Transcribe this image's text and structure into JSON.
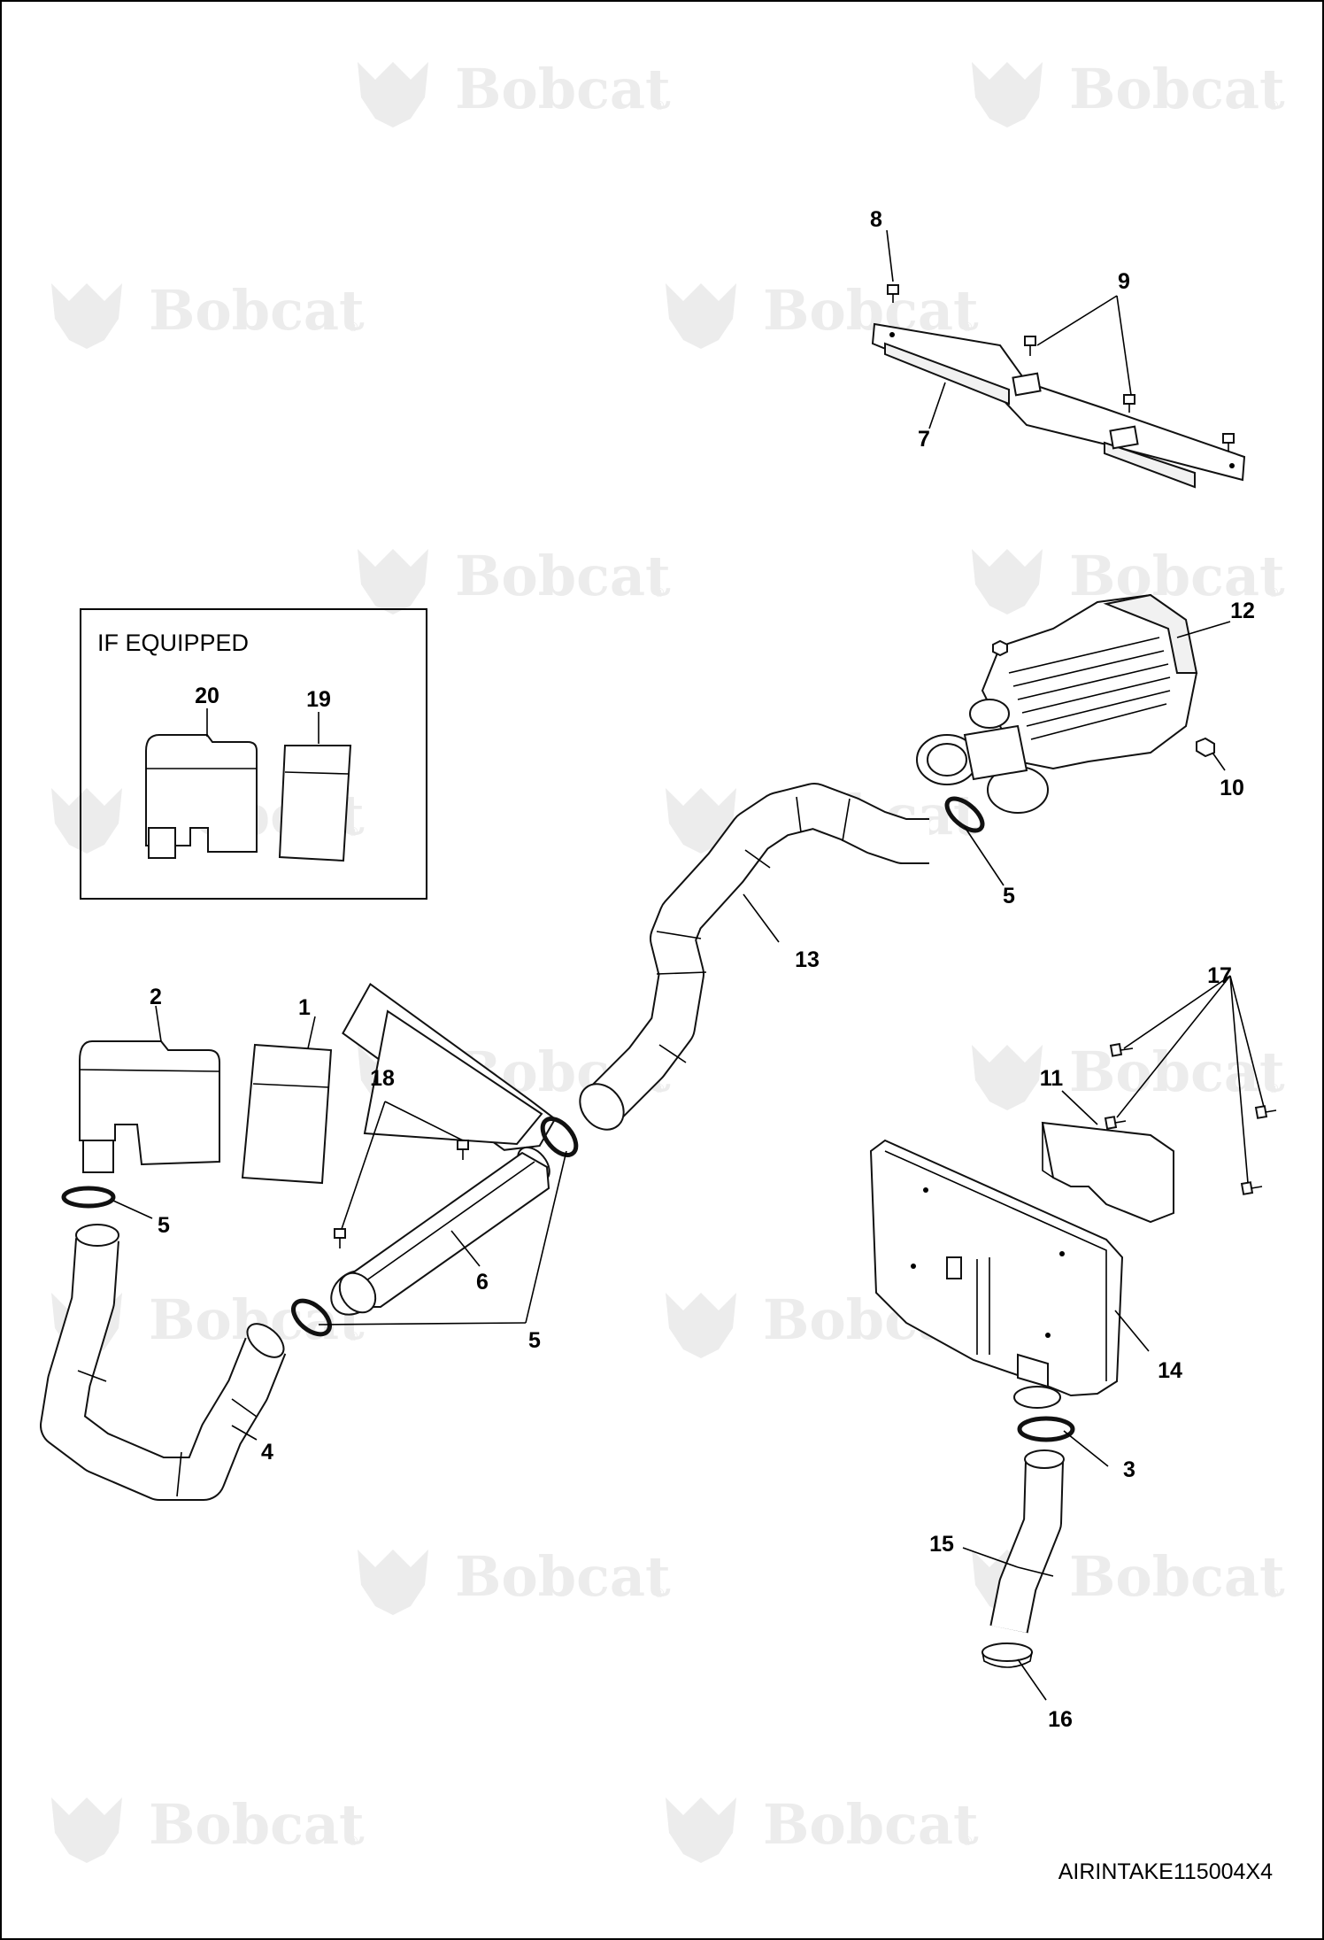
{
  "watermark": {
    "text": "Bobcat",
    "mark": "®"
  },
  "inset": {
    "label": "IF EQUIPPED"
  },
  "drawing_code": "AIRINTAKE115004X4",
  "callouts": [
    {
      "label": "1"
    },
    {
      "label": "2"
    },
    {
      "label": "3"
    },
    {
      "label": "4"
    },
    {
      "label": "5"
    },
    {
      "label": "5"
    },
    {
      "label": "5"
    },
    {
      "label": "5"
    },
    {
      "label": "6"
    },
    {
      "label": "7"
    },
    {
      "label": "8"
    },
    {
      "label": "9"
    },
    {
      "label": "10"
    },
    {
      "label": "11"
    },
    {
      "label": "12"
    },
    {
      "label": "13"
    },
    {
      "label": "14"
    },
    {
      "label": "15"
    },
    {
      "label": "16"
    },
    {
      "label": "17"
    },
    {
      "label": "18"
    },
    {
      "label": "19"
    },
    {
      "label": "20"
    }
  ],
  "colors": {
    "line": "#000000",
    "watermark": "#ececec",
    "background": "#ffffff"
  }
}
